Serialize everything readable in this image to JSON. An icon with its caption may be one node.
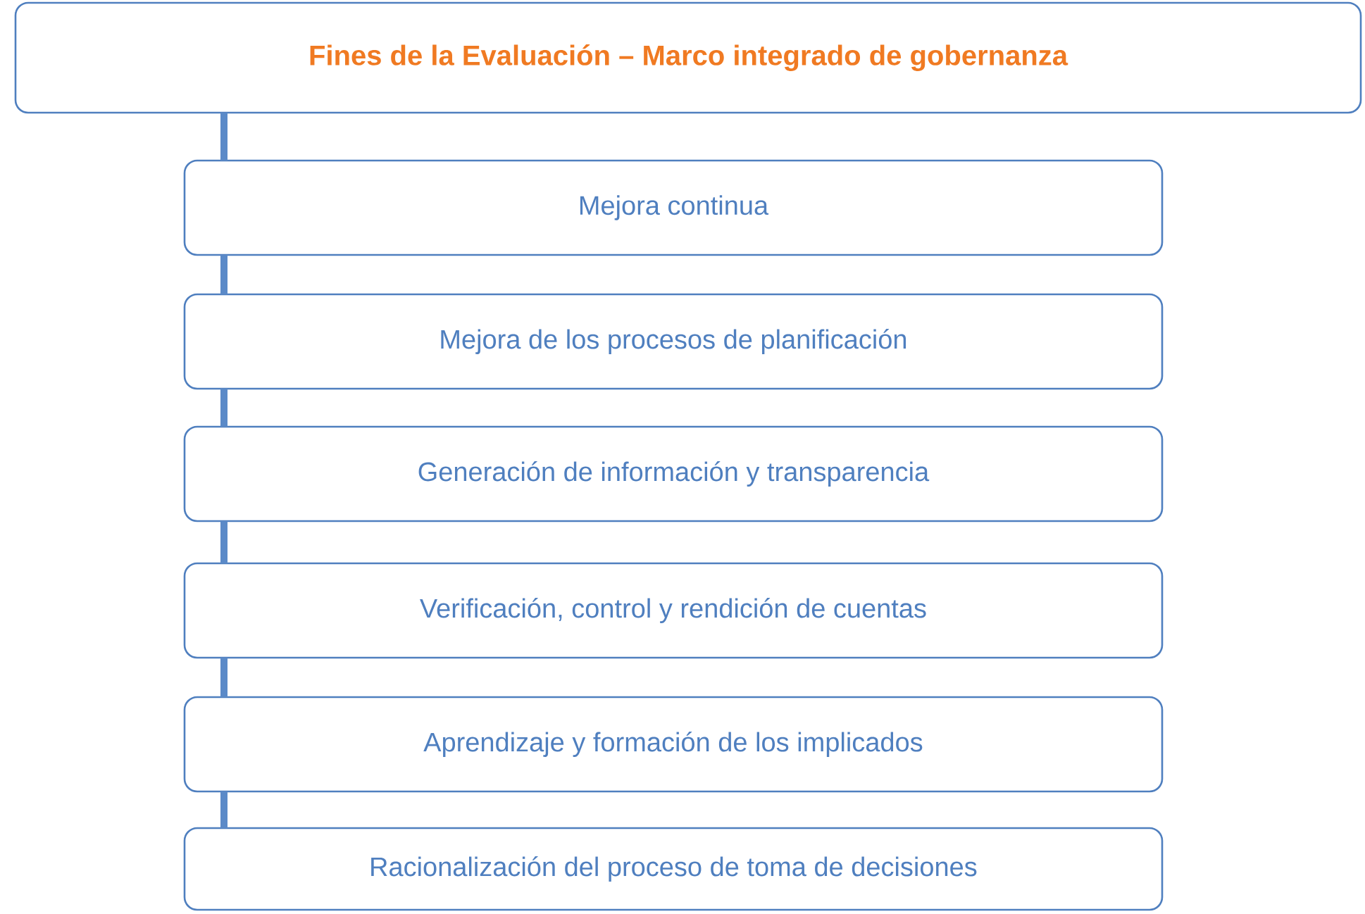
{
  "diagram": {
    "nodes": [
      {
        "text": [
          "Fines de la Evaluación – Marco integrado de gobernanza"
        ]
      },
      {
        "text": [
          "Mejora continua"
        ]
      },
      {
        "text": [
          "Mejora de los procesos de planificación"
        ]
      },
      {
        "text": [
          "Generación de información y transparencia"
        ]
      },
      {
        "text": [
          "Verificación, control y rendición de cuentas"
        ]
      },
      {
        "text": [
          "Aprendizaje y formación de los implicados"
        ]
      },
      {
        "text": [
          "Racionalización del proceso de toma de decisiones"
        ]
      }
    ],
    "edges": [
      {
        "from": 0,
        "to": 1,
        "arrow": "none"
      },
      {
        "from": 1,
        "to": 2,
        "arrow": "none"
      },
      {
        "from": 2,
        "to": 3,
        "arrow": "none"
      },
      {
        "from": 3,
        "to": 4,
        "arrow": "none"
      },
      {
        "from": 4,
        "to": 5,
        "arrow": "none"
      },
      {
        "from": 5,
        "to": 6,
        "arrow": "none"
      }
    ]
  }
}
